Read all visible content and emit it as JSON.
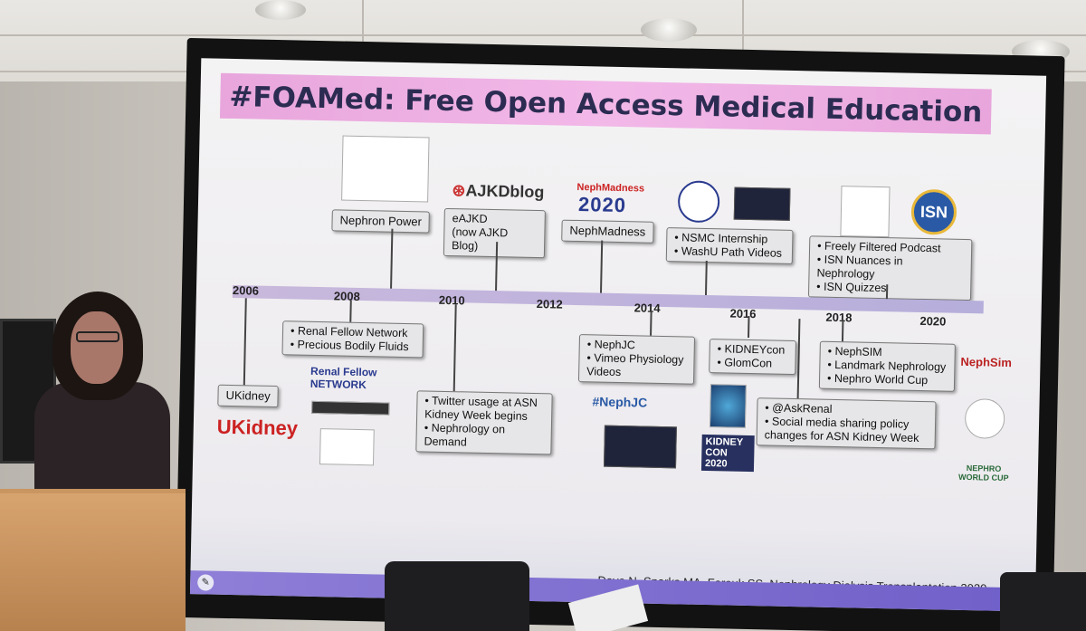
{
  "slide": {
    "title": "#FOAMed: Free Open Access Medical Education",
    "citation": "Dave N, Sparks MA, Farouk SS. Nephrology Dialysis Transplantation 2020",
    "years": [
      "2006",
      "2008",
      "2010",
      "2012",
      "2014",
      "2016",
      "2018",
      "2020"
    ],
    "above": {
      "nephron_power": "Nephron Power",
      "eajkd": [
        "eAJKD",
        "(now AJKD Blog)"
      ],
      "nephmadness": "NephMadness",
      "nsmc": [
        "NSMC Internship",
        "WashU Path Videos"
      ],
      "ffp": [
        "Freely Filtered Podcast",
        "ISN Nuances in Nephrology",
        "ISN Quizzes"
      ]
    },
    "below": {
      "ukidney": "UKidney",
      "rfn": [
        "Renal Fellow Network",
        "Precious Bodily Fluids"
      ],
      "twitter": [
        "Twitter usage at ASN Kidney Week begins",
        "Nephrology on Demand"
      ],
      "nephjc": [
        "NephJC",
        "Vimeo Physiology Videos"
      ],
      "kidneycon": [
        "KIDNEYcon",
        "GlomCon"
      ],
      "askrenal": [
        "@AskRenal",
        "Social media sharing policy changes for ASN Kidney Week"
      ],
      "nephsim": [
        "NephSIM",
        "Landmark Nephrology",
        "Nephro World Cup"
      ]
    },
    "logos": {
      "ajkd": "AJKDblog",
      "nephmadness_logo": "NephMadness",
      "nephmadness_year": "2020",
      "ukidney": "UKidney",
      "renal_fellow": "Renal Fellow NETWORK",
      "nephjc": "#NephJC",
      "isn": "ISN",
      "nephsim": "NephSim",
      "kidneycon": "KIDNEY CON 2020",
      "nephro_wc": "NEPHRO WORLD CUP"
    }
  }
}
